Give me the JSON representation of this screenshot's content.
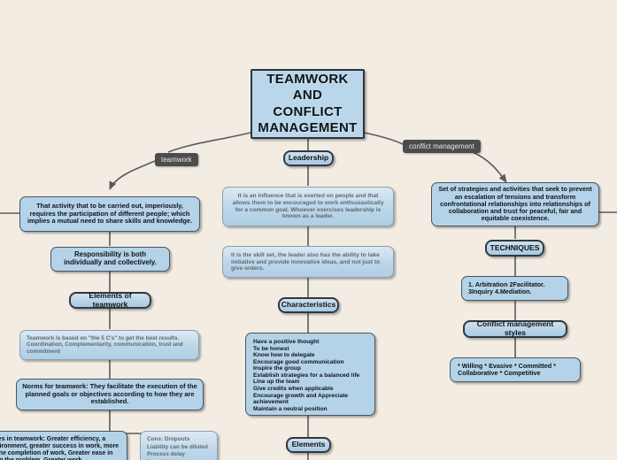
{
  "theme": {
    "background": "#f2ece2",
    "node_fill": "#b4d3e8",
    "node_border": "#4a5560",
    "edge_color": "#5b5b5b",
    "label_fill": "#4c4c4c",
    "label_text": "#e9e6e0"
  },
  "root": {
    "title": "TEAMWORK\nAND\nCONFLICT\nMANAGEMENT"
  },
  "edge_labels": {
    "teamwork": "teamwork",
    "conflict_management": "conflict management"
  },
  "branches": {
    "teamwork": {
      "definition": "That activity that to be carried out, imperiously, requires the participation of different people; which implies a mutual need to share skills and knowledge.",
      "responsibility": "Responsibility is both individually and collectively.",
      "elements_header": "Elements of teamwork",
      "five_cs": "Teamwork is based on \"the 5 C's\" to get the best results. Coordination, Complementarity, communication, trust and commitment",
      "norms": "Norms for teamwork: They facilitate the execution of the planned goals or objectives according to how they are established.",
      "advantages": "Advantages in teamwork: Greater efficiency, a better environment, greater success in work, more speed in the completion of work, Greater ease in addressing the problem. Greater work",
      "cons": "Cons: Dropouts\nLiability can be diluted\nProcess delay\nPossible tensions"
    },
    "leadership": {
      "header": "Leadership",
      "definition": "It is an influence that is exerted on people and that allows them to be encouraged to work enthusiastically for a common goal. Whoever exercises leadership is known as a leader.",
      "skills": "It is the skill set, the leader also has the ability to take initiative and provide innovative ideas, and not just to give orders.",
      "characteristics_header": "Characteristics",
      "characteristics": [
        "Have a positive thought",
        "To be honest",
        "Know how to delegate",
        "Encourage good communication",
        "Inspire the group",
        "Establish strategies for a balanced life",
        "Line up the team",
        "Give credits when applicable",
        "Encourage growth and Appreciate achievement",
        "Maintain a neutral position"
      ],
      "elements_header": "Elements"
    },
    "conflict_management": {
      "definition": "Set of strategies and activities that seek to prevent an escalation of tensions and transform confrontational relationships into relationships of collaboration and trust for peaceful, fair and equitable coexistence.",
      "techniques_header": "TECHNIQUES",
      "techniques": "1. Arbitration 2Facilitator. 3Inquiry 4.Mediation.",
      "styles_header": "Conflict management styles",
      "styles": "* Willing * Evasive * Committed * Collaborative * Competitive"
    }
  }
}
